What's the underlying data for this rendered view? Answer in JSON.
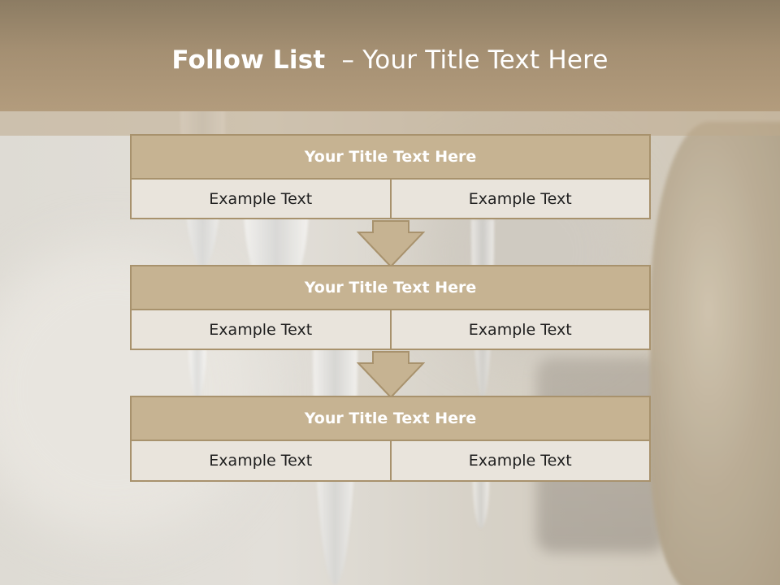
{
  "slide": {
    "title_bold": "Follow List",
    "title_rest": "– Your Title Text Here"
  },
  "blocks": [
    {
      "title": "Your Title Text Here",
      "left": "Example Text",
      "right": "Example Text"
    },
    {
      "title": "Your Title Text Here",
      "left": "Example Text",
      "right": "Example Text"
    },
    {
      "title": "Your Title Text Here",
      "left": "Example Text",
      "right": "Example Text"
    }
  ],
  "colors": {
    "header": "#a48f72",
    "block_title_fill": "#c6b392",
    "block_border": "#a8926d",
    "cell_fill": "#e9e4dc"
  }
}
